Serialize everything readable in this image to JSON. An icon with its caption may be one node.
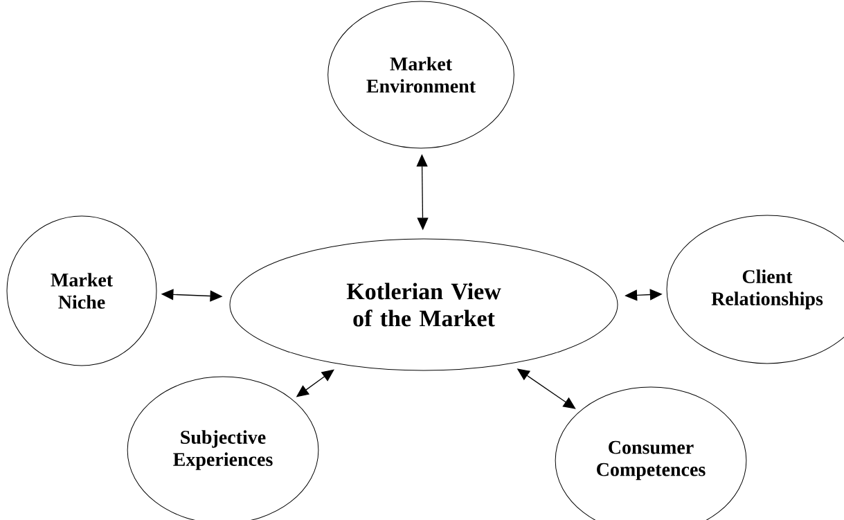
{
  "diagram": {
    "nodes": [
      {
        "text": [
          "Kotlerian View of the Market"
        ]
      },
      {
        "text": [
          "Market Environment"
        ]
      },
      {
        "text": [
          "Market Niche"
        ]
      },
      {
        "text": [
          "Client Relationships"
        ]
      },
      {
        "text": [
          "Subjective Experiences"
        ]
      },
      {
        "text": [
          "Consumer Competences"
        ]
      }
    ],
    "edges": [
      {
        "from": 0,
        "to": 1,
        "arrow": "both"
      },
      {
        "from": 0,
        "to": 2,
        "arrow": "both"
      },
      {
        "from": 0,
        "to": 3,
        "arrow": "both"
      },
      {
        "from": 0,
        "to": 4,
        "arrow": "both"
      },
      {
        "from": 0,
        "to": 5,
        "arrow": "both"
      }
    ]
  }
}
